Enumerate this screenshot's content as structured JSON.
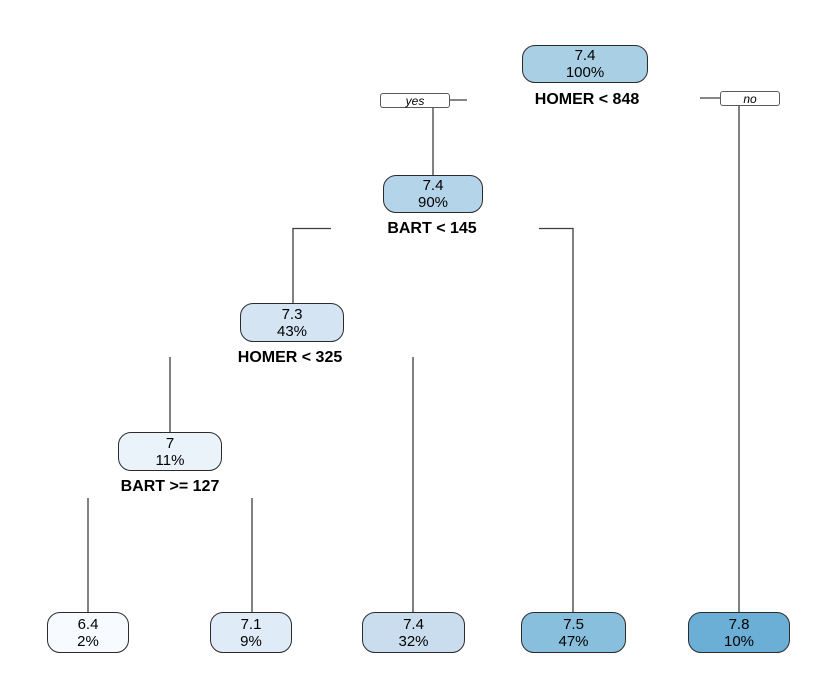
{
  "figure": {
    "kind": "decision-tree-plot",
    "background": "#ffffff",
    "edge_color": "#3d3d3d",
    "node_border_color": "#2b2b2b"
  },
  "branch_labels": {
    "yes": "yes",
    "no": "no"
  },
  "tree": {
    "node": {
      "value": "7.4",
      "percent": "100%",
      "fill": "#a9cfe5"
    },
    "split": "HOMER < 848",
    "yes_branch": {
      "node": {
        "value": "7.4",
        "percent": "90%",
        "fill": "#b4d4e9"
      },
      "split": "BART < 145",
      "yes_branch": {
        "node": {
          "value": "7.3",
          "percent": "43%",
          "fill": "#d4e4f3"
        },
        "split": "HOMER < 325",
        "yes_branch": {
          "node": {
            "value": "7",
            "percent": "11%",
            "fill": "#eaf2fa"
          },
          "split": "BART >= 127",
          "yes_branch": {
            "node": {
              "value": "6.4",
              "percent": "2%",
              "fill": "#f7fbff"
            }
          },
          "no_branch": {
            "node": {
              "value": "7.1",
              "percent": "9%",
              "fill": "#dfebf7"
            }
          }
        },
        "no_branch": {
          "node": {
            "value": "7.4",
            "percent": "32%",
            "fill": "#c9ddef"
          }
        }
      },
      "no_branch": {
        "node": {
          "value": "7.5",
          "percent": "47%",
          "fill": "#87bfdd"
        }
      }
    },
    "no_branch": {
      "node": {
        "value": "7.8",
        "percent": "10%",
        "fill": "#6baed6"
      }
    }
  }
}
